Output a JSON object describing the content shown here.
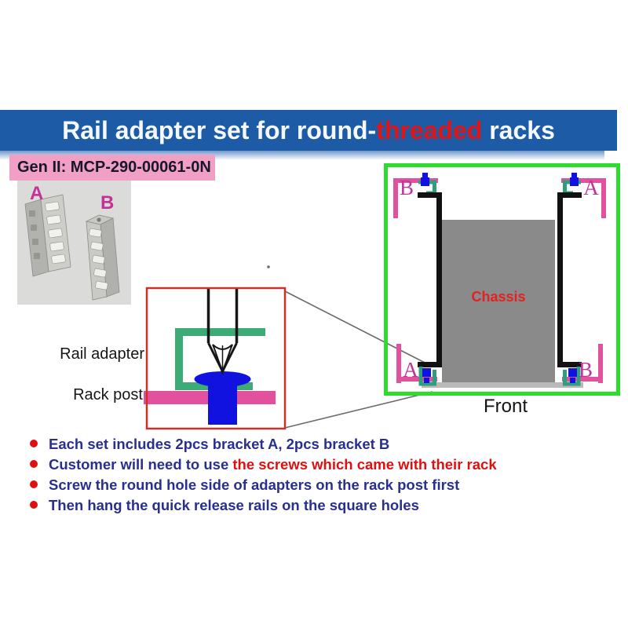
{
  "title": {
    "white_1": "Rail adapter set for round-",
    "red": "threaded",
    "white_2": " racks"
  },
  "part_label": "Gen II: MCP-290-00061-0N",
  "photo": {
    "bracket_a_label": "A",
    "bracket_b_label": "B"
  },
  "annotations": {
    "rail_adapter": "Rail adapter",
    "rack_post": "Rack post"
  },
  "diagram": {
    "top_left_letter": "B",
    "top_right_letter": "A",
    "bottom_left_letter": "A",
    "bottom_right_letter": "B",
    "chassis_label": "Chassis",
    "front_label": "Front"
  },
  "bullets": {
    "b1": {
      "navy": "Each set includes 2pcs bracket A, 2pcs bracket B"
    },
    "b2": {
      "navy": "Customer will need to use ",
      "red": "the screws which came with their rack"
    },
    "b3": {
      "navy": "Screw the round hole side of adapters on the rack post first"
    },
    "b4": {
      "navy": "Then hang the quick release rails on the square holes"
    }
  },
  "colors": {
    "title_bar_blue": "#1d5ba6",
    "title_red": "#e01515",
    "part_label_pink": "#f29fc5",
    "magenta_letter": "#c43198",
    "diagram_border_green": "#2ddd2d",
    "adapter_teal": "#2f9e7c",
    "inset_green": "#3cab76",
    "rack_post_pink": "#e2519e",
    "screw_blue": "#1212e0",
    "chassis_gray": "#8a8a8a",
    "chassis_text_red": "#e22222",
    "inset_border_red": "#cc3029",
    "bullet_navy": "#282f8e",
    "bullet_red": "#dd1111"
  }
}
